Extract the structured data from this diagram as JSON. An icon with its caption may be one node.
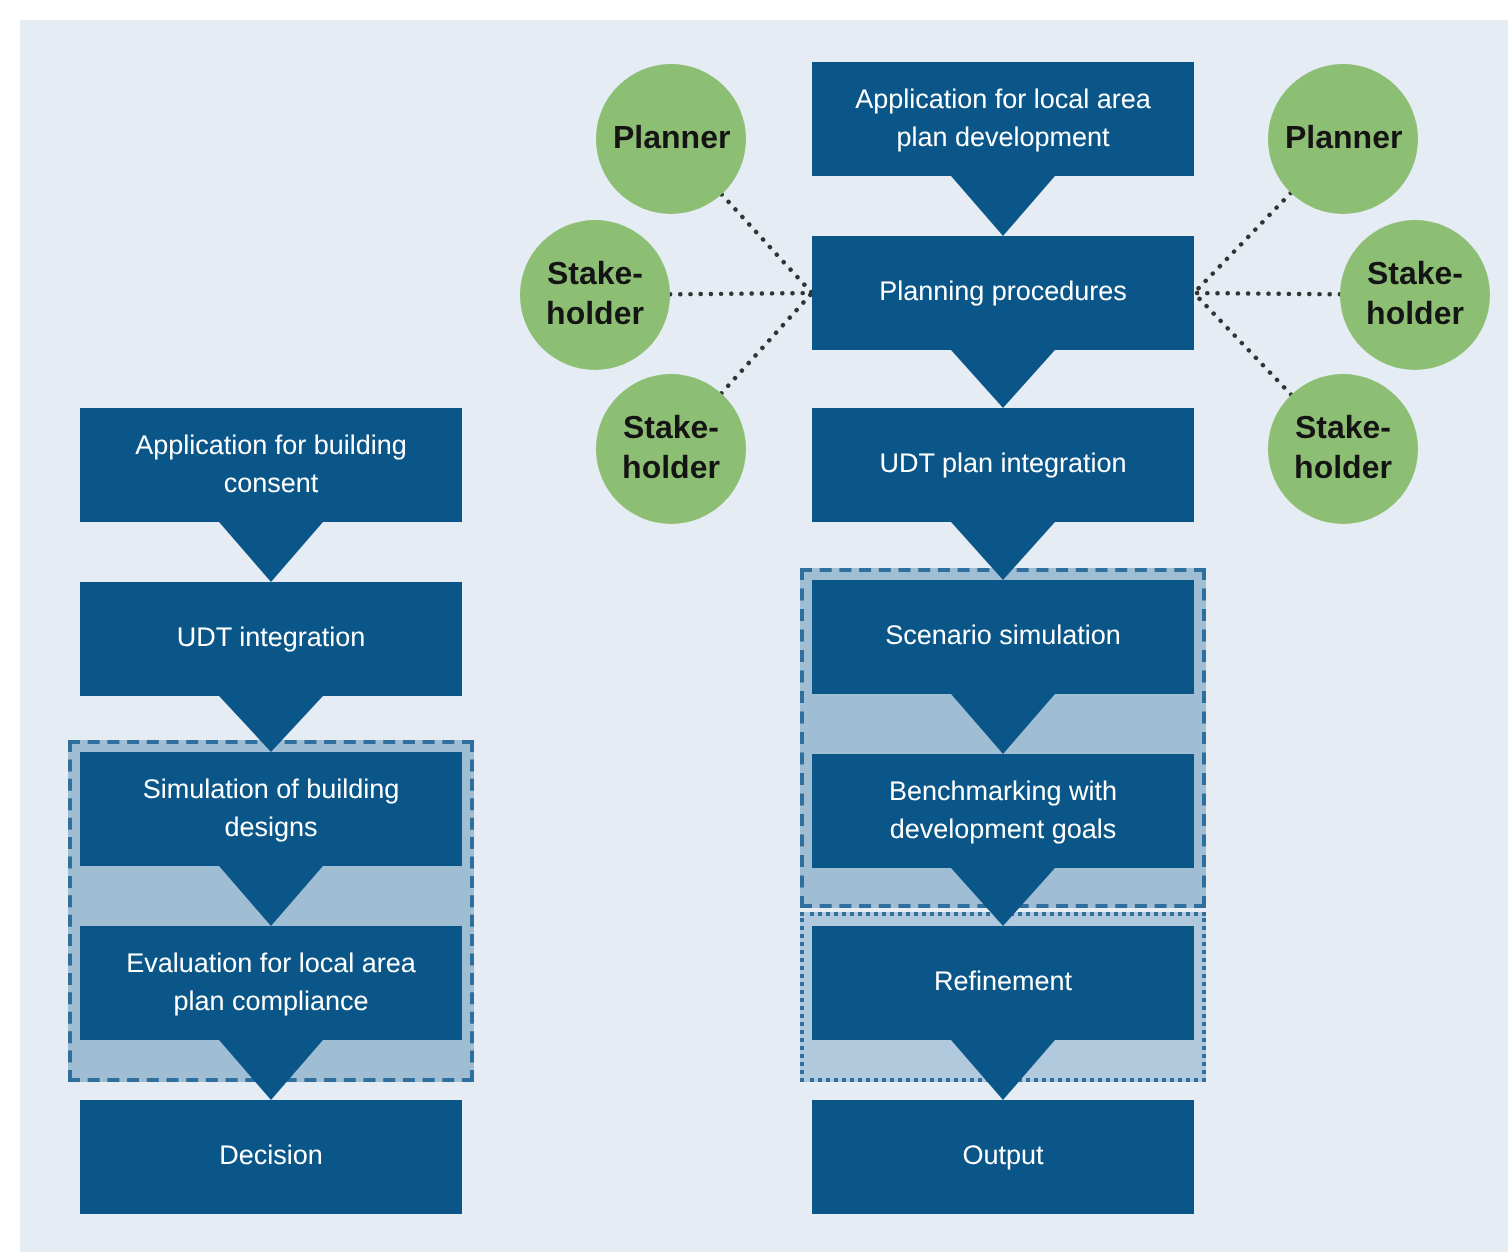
{
  "diagram": {
    "nodes": [
      {
        "text": [
          "Planner"
        ]
      },
      {
        "text": [
          "Application for local area plan development"
        ]
      },
      {
        "text": [
          "Planner"
        ]
      },
      {
        "text": [
          "Stake- holder"
        ]
      },
      {
        "text": [
          "Planning procedures"
        ]
      },
      {
        "text": [
          "Stake- holder"
        ]
      },
      {
        "text": [
          "Stake- holder"
        ]
      },
      {
        "text": [
          "Stake- holder"
        ]
      },
      {
        "text": [
          "Application for building consent"
        ]
      },
      {
        "text": [
          "UDT plan integration"
        ]
      },
      {
        "text": [
          "UDT integration"
        ]
      },
      {
        "text": [],
        "shape": "box"
      },
      {
        "text": [
          "Scenario simulation"
        ],
        "in": 11
      },
      {
        "text": [],
        "shape": "box"
      },
      {
        "text": [
          "Simulation of building designs"
        ],
        "in": 13
      },
      {
        "text": [
          "Benchmarking with development goals"
        ],
        "in": 11
      },
      {
        "text": [
          "Evaluation for local area plan compliance"
        ],
        "in": 13
      },
      {
        "text": [],
        "shape": "box"
      },
      {
        "text": [
          "Refinement"
        ],
        "in": 17
      },
      {
        "text": [
          "Decision"
        ]
      },
      {
        "text": [
          "Output"
        ]
      }
    ],
    "edges": [
      {
        "from": 0,
        "to": 4,
        "arrow": "none",
        "style": "dashed",
        "color": "#333333"
      },
      {
        "from": 3,
        "to": 4,
        "arrow": "none",
        "style": "dashed",
        "color": "#333333"
      },
      {
        "from": 6,
        "to": 4,
        "arrow": "none",
        "style": "dashed",
        "color": "#333333"
      },
      {
        "from": 2,
        "to": 4,
        "arrow": "none",
        "style": "dashed",
        "color": "#333333"
      },
      {
        "from": 5,
        "to": 4,
        "arrow": "none",
        "style": "dashed",
        "color": "#333333"
      },
      {
        "from": 7,
        "to": 4,
        "arrow": "none",
        "style": "dashed",
        "color": "#333333"
      },
      {
        "from": 1,
        "to": 4,
        "arrow": "to"
      },
      {
        "from": 4,
        "to": 9,
        "arrow": "to"
      },
      {
        "from": 9,
        "to": 12,
        "arrow": "to"
      },
      {
        "from": 12,
        "to": 15,
        "arrow": "to"
      },
      {
        "from": 15,
        "to": 18,
        "arrow": "to"
      },
      {
        "from": 18,
        "to": 20,
        "arrow": "to"
      },
      {
        "from": 8,
        "to": 10,
        "arrow": "to"
      },
      {
        "from": 10,
        "to": 14,
        "arrow": "to"
      },
      {
        "from": 14,
        "to": 16,
        "arrow": "to"
      },
      {
        "from": 16,
        "to": 19,
        "arrow": "to"
      }
    ]
  }
}
